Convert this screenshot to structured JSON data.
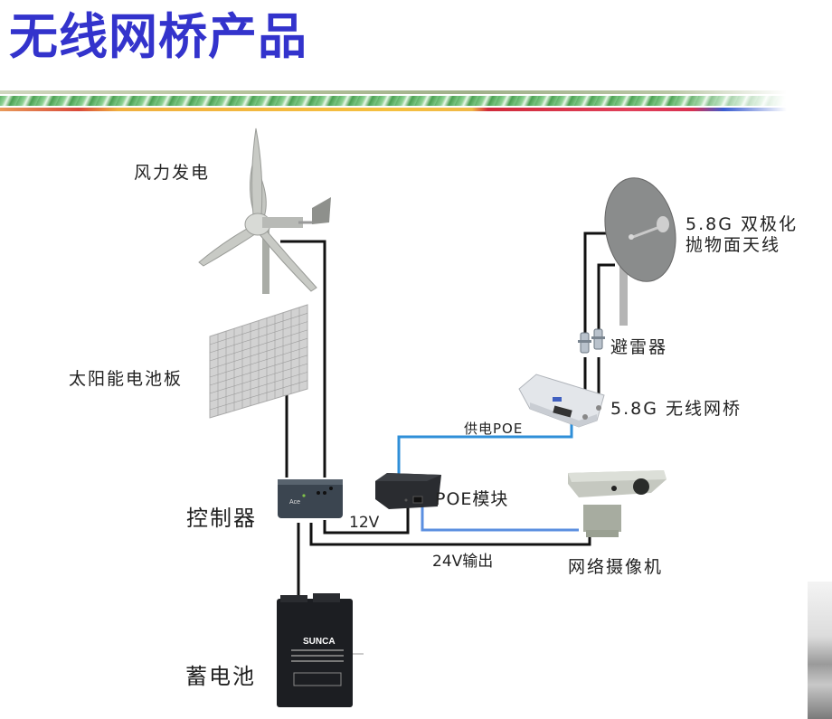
{
  "title": "无线网桥产品",
  "colors": {
    "title": "#3333cc",
    "wire_power": "#111111",
    "wire_poe": "#2f8fd8",
    "wire_lan": "#5b8fe0"
  },
  "components": {
    "wind_turbine": "风力发电",
    "solar_panel": "太阳能电池板",
    "controller": "控制器",
    "battery": "蓄电池",
    "poe_module": "POE模块",
    "antenna": {
      "line1": "5.8G 双极化",
      "line2": "抛物面天线"
    },
    "lightning_arrester": "避雷器",
    "bridge": "5.8G 无线网桥",
    "camera": "网络摄像机"
  },
  "wires": {
    "poe_supply": "供电POE",
    "v12": "12V",
    "v24_output": "24V输出"
  },
  "product_text": {
    "battery_brand": "SUNCA",
    "controller_brand": "Ace"
  }
}
